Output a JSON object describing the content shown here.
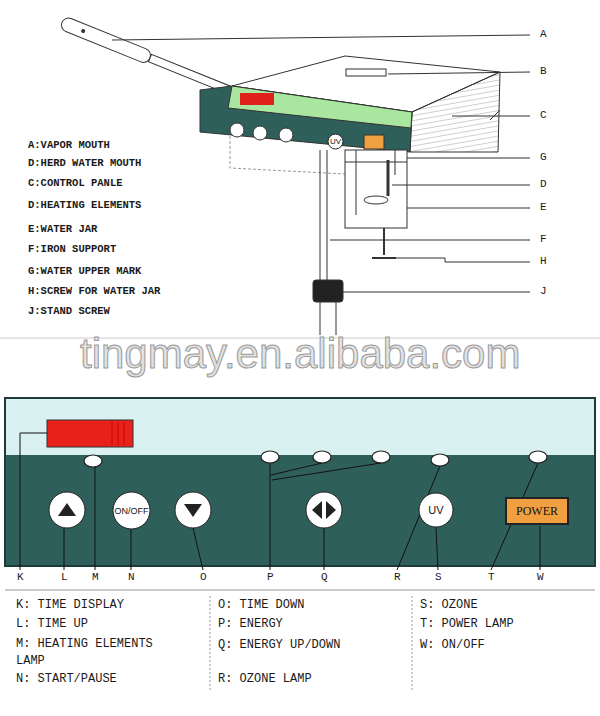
{
  "diagram": {
    "nodes": [
      {
        "text": [
          "UV"
        ]
      },
      {
        "text": [
          "ON/OFF"
        ]
      },
      {
        "text": [
          "UV"
        ]
      },
      {
        "text": [
          "POWER"
        ]
      }
    ],
    "labels": [
      "A",
      "B",
      "C",
      "G",
      "D",
      "E",
      "F",
      "H",
      "J",
      "A:VAPOR MOUTH",
      "D:HERD WATER MOUTH",
      "C:CONTROL PANLE",
      "D:HEATING ELEMENTS",
      "E:WATER JAR",
      "F:IRON SUPPORT",
      "G:WATER UPPER MARK",
      "H:SCREW FOR WATER JAR",
      "J:STAND SCREW",
      "tingmay.en.alibaba.com",
      "K",
      "L",
      "M",
      "N",
      "O",
      "P",
      "Q",
      "R",
      "S",
      "T",
      "W",
      "K: TIME DISPLAY",
      "L: TIME UP",
      "M: HEATING ELEMENTS LAMP",
      "N: START/PAUSE",
      "O: TIME DOWN",
      "P: ENERGY",
      "Q: ENERGY UP/DOWN",
      "R: OZONE LAMP",
      "S: OZONE",
      "T: POWER LAMP",
      "W: ON/OFF"
    ]
  }
}
